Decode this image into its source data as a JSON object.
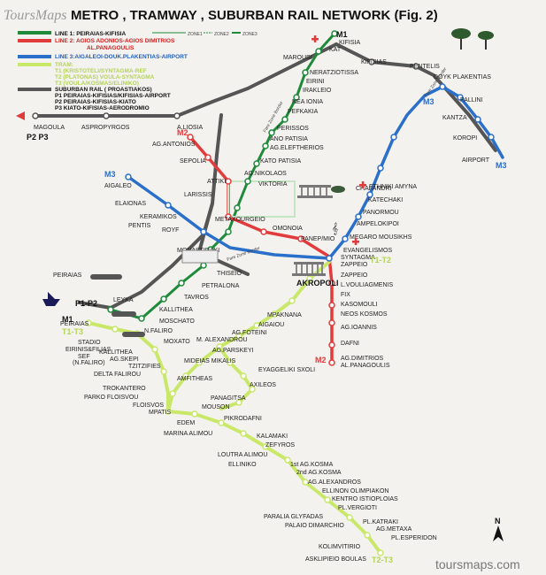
{
  "title": "METRO , TRAMWAY , SUBURBAN RAIL NETWORK (Fig. 2)",
  "watermark_logo": "ToursMaps",
  "credit": "toursmaps.com",
  "north": "N",
  "colors": {
    "m1": "#1f8a3a",
    "m2": "#e23b3b",
    "m3": "#2a6fc9",
    "tram": "#c9e86a",
    "rail": "#555555",
    "paper": "#f4f2ef",
    "legend_red": "#d21d1d",
    "legend_blue": "#1f5fbf",
    "legend_yellow": "#b4d25a"
  },
  "legend": [
    {
      "line_color": "#1f8a3a",
      "text": "LINE 1: PEIRAIAS-KIFISIA",
      "text_color": "#111111"
    },
    {
      "line_color": "#e23b3b",
      "text": "LINE 2: AGIOS ADONIOS-AGIOS DIMITRIOS",
      "text_color": "#d21d1d"
    },
    {
      "line_color": "",
      "text": "AL.PANAGOULIS",
      "text_color": "#d21d1d"
    },
    {
      "line_color": "#2a6fc9",
      "text": "LINE 3:AIGALEOI-DOUK.PLAKENTIAS-AIRPORT",
      "text_color": "#1f5fbf"
    },
    {
      "line_color": "#c9e86a",
      "text": "TRAM:",
      "text_color": "#b4d25a"
    },
    {
      "line_color": "",
      "text": "T1 (KRISTOTELI/SYNTAGMA-REF",
      "text_color": "#b4d25a"
    },
    {
      "line_color": "",
      "text": "T2 (PLATONAS) VOULA-SYNTAGMA",
      "text_color": "#b4d25a"
    },
    {
      "line_color": "",
      "text": "T3 (VOULA/KOSMAS/ELINIKO)",
      "text_color": "#b4d25a"
    },
    {
      "line_color": "#555555",
      "text": "SUBURBAN RAIL ( PROASTIAKOS)",
      "text_color": "#111111"
    },
    {
      "line_color": "",
      "text": "P1 PEIRAIAS-KIFISIAS/KIFISIAS-AIRPORT",
      "text_color": "#111111"
    },
    {
      "line_color": "",
      "text": "P2 PEIRAIAS-KIFISIAS-KIATO",
      "text_color": "#111111"
    },
    {
      "line_color": "",
      "text": "P3 KIATO-KIFISIAS-AERODROMIO",
      "text_color": "#111111"
    }
  ],
  "zones": {
    "zone1": "ZONE1",
    "zone2": "ZONE2",
    "zone3": "ZONE3"
  },
  "line_badges": {
    "m1": "M1",
    "m2": "M2",
    "m3": "M3",
    "t1t2": "T1-T2",
    "t1t3": "T1-T3",
    "t2t3": "T2-T3",
    "p1p2": "P1-P2",
    "p2p3": "P2 P3"
  },
  "stations": {
    "kifisia": "KIFISIA",
    "kat": "KAT",
    "marousi": "MAROUSI",
    "neratziotissa": "NERATZIOTISSA",
    "eirini": "EIRINI",
    "irakleio": "IRAKLEIO",
    "nea_ionia": "NEA IONIA",
    "pefkakia": "PEFKAKIA",
    "perissos": "PERISSOS",
    "ano_patisia": "ANO PATISIA",
    "ag_eleftherios": "AG.ELEFTHERIOS",
    "kato_patisia": "KATO PATISIA",
    "ag_nikolaos": "AG.NIKOLAOS",
    "attiki": "ATTIKI",
    "victoria": "VIKTORIA",
    "omonoia": "OMONOIA",
    "monastiraki": "MONASTIRAKI",
    "thiseio": "THISEIO",
    "petralona": "PETRALONA",
    "tavros": "TAVROS",
    "kallithea": "KALLITHEA",
    "moschato": "MOSCHATO",
    "n_faliro": "N.FALIRO",
    "peiraias": "PEIRAIAS",
    "kifisias": "KIFISIAS",
    "pentelis": "PENTELIS",
    "douk_plakentias": "DOYK PLAKENTIAS",
    "pallini": "PALLINI",
    "kantza": "KANTZA",
    "koropi": "KOROPI",
    "airport": "AIRPORT",
    "chalandri": "CHALANDRI",
    "ethniki_amyna": "ETHNIKI AMYNA",
    "katechaki": "KATECHAKI",
    "panormou": "PANORMOU",
    "ampelokipoi": "AMPELOKIPOI",
    "megaro_mousikis": "MEGARO MOUSIKHS",
    "evangelismos": "EVANGELISMOS",
    "syntagma": "SYNTAGMA",
    "panepistimio": "PANEP/MIO",
    "zappeio": "ZAPPEIO",
    "zappeio2": "ZAPPEIO",
    "l_vouliagmenis": "L.VOULIAGMENIS",
    "fix": "FIX",
    "kasomouli": "KASOMOULI",
    "neos_kosmos": "NEOS KOSMOS",
    "ag_ioannis": "AG.IOANNIS",
    "dafni": "DAFNI",
    "ag_dimitrios": "AG.DIMITRIOS",
    "al_panagoulis": "AL.PANAGOULIS",
    "ag_antonios": "AG.ANTONIOS",
    "sepolia": "SEPOLIA",
    "larissis": "LARISSIS",
    "metaxourgeio": "METAXOURGEIO",
    "aigaleo": "AIGALEO",
    "elaionas": "ELAIONAS",
    "keramikos": "KERAMIKOS",
    "royf": "ROYF",
    "pentis": "PENTIS",
    "magoula": "MAGOULA",
    "aspropyrgos": "ASPROPYRGOS",
    "a_liosia": "A.LIOSIA",
    "akropoli": "AKROPOLI",
    "leyka": "LEYKA",
    "stadio": "STADIO",
    "eirinis_filias": "EIRINIS&FILIAS",
    "sef": "SEF",
    "n_faliro2": "(N.FALIRO)",
    "kallithea_t": "KALLITHEA",
    "ag_skepi": "AG.SKEPI",
    "moxato": "MOXATO",
    "tzitzifies": "TZITZIFIES",
    "delta_falirou": "DELTA FALIROU",
    "trokantero": "TROKANTERO",
    "parko_floisvou": "PARKO FLOISVOU",
    "floisvos": "FLOISVOS",
    "mpatis": "MPATIS",
    "edem": "EDEM",
    "amfitheas": "AMFITHEAS",
    "mideias_mikalis": "MIDEIAS MIKALIS",
    "ag_parskeyi": "AG.PARSKEYI",
    "m_alexandrou": "M. ALEXANDROU",
    "ag_foteini": "AG.FOTEINI",
    "aigaiou": "AIGAIOU",
    "mpaknana": "MPAKNANA",
    "eyaggeliki": "EYAGGELIKI SXOLI",
    "axileos": "AXILEOS",
    "panagitsa": "PANAGITSA",
    "mouson": "MOUSON",
    "pikrodafni": "PIKRODAFNI",
    "marina_alimou": "MARINA ALIMOU",
    "kalamaki": "KALAMAKI",
    "zefyros": "ZEFYROS",
    "loutra_alimou": "LOUTRA ALIMOU",
    "elliniko": "ELLINIKO",
    "1st_ag_kosma": "1st AG.KOSMA",
    "2nd_ag_kosma": "2nd AG.KOSMA",
    "ag_alexandros": "AG.ALEXANDROS",
    "ellinon_olimpiakon": "ELLINON OLIMPIAKON",
    "kentro_istioploias": "KENTRO ISTIOPLOIAS",
    "pl_vergioti": "PL.VERGIOTI",
    "paralia_glyfadas": "PARALIA GLYFADAS",
    "palaio_dimarchio": "PALAIO DIMARCHIO",
    "pl_katraki": "PL.KATRAKI",
    "ag_metaxa": "AG.METAXA",
    "pl_esperidon": "PL.ESPERIDON",
    "kolimvitirio": "KOLIMVITIRIO",
    "asklipieio_voulas": "ASKLIPIEIO BOULAS"
  },
  "zone_notes": {
    "z1": "Fare Zone Border",
    "z2": "Fare Zone Border",
    "z3": "Fare Zone Border"
  }
}
